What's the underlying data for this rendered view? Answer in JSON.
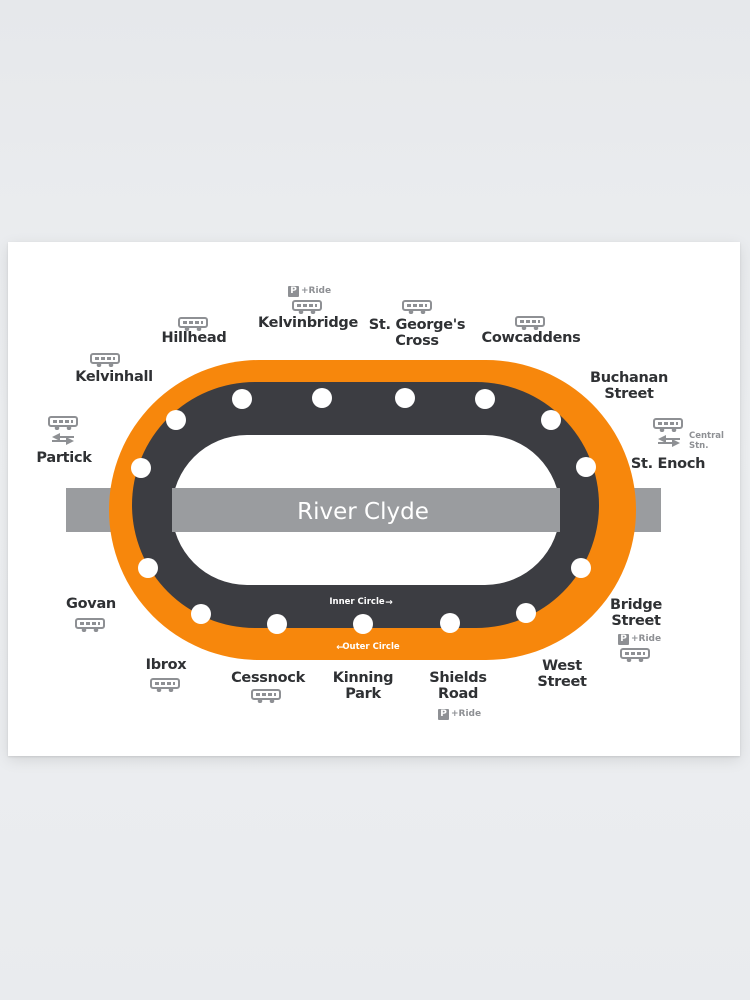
{
  "map": {
    "river_label": "River Clyde",
    "inner_circle_label": "Inner Circle",
    "outer_circle_label": "Outer Circle",
    "inner_direction": "→",
    "outer_direction": "←",
    "central_station_label": "Central\nStn.",
    "park_ride_label": "+Ride",
    "park_ride_p": "P",
    "colors": {
      "outer_line": "#f7870c",
      "inner_line": "#3c3d42",
      "river": "#9a9c9f",
      "station_dot": "#ffffff",
      "text": "#2f3134",
      "icon": "#8e9094"
    }
  },
  "stations": [
    {
      "name": "Partick",
      "icons": [
        "bus-icon",
        "rail-icon"
      ]
    },
    {
      "name": "Kelvinhall",
      "icons": [
        "bus-icon"
      ]
    },
    {
      "name": "Hillhead",
      "icons": [
        "bus-icon"
      ]
    },
    {
      "name": "Kelvinbridge",
      "icons": [
        "bus-icon",
        "park-ride-icon"
      ]
    },
    {
      "name": "St. George's\nCross",
      "icons": [
        "bus-icon"
      ]
    },
    {
      "name": "Cowcaddens",
      "icons": [
        "bus-icon"
      ]
    },
    {
      "name": "Buchanan\nStreet",
      "icons": []
    },
    {
      "name": "St. Enoch",
      "icons": [
        "bus-icon",
        "rail-icon"
      ]
    },
    {
      "name": "Bridge\nStreet",
      "icons": [
        "bus-icon",
        "park-ride-icon"
      ]
    },
    {
      "name": "West\nStreet",
      "icons": []
    },
    {
      "name": "Shields\nRoad",
      "icons": [
        "park-ride-icon"
      ]
    },
    {
      "name": "Kinning\nPark",
      "icons": []
    },
    {
      "name": "Cessnock",
      "icons": [
        "bus-icon"
      ]
    },
    {
      "name": "Ibrox",
      "icons": [
        "bus-icon"
      ]
    },
    {
      "name": "Govan",
      "icons": [
        "bus-icon"
      ]
    }
  ]
}
